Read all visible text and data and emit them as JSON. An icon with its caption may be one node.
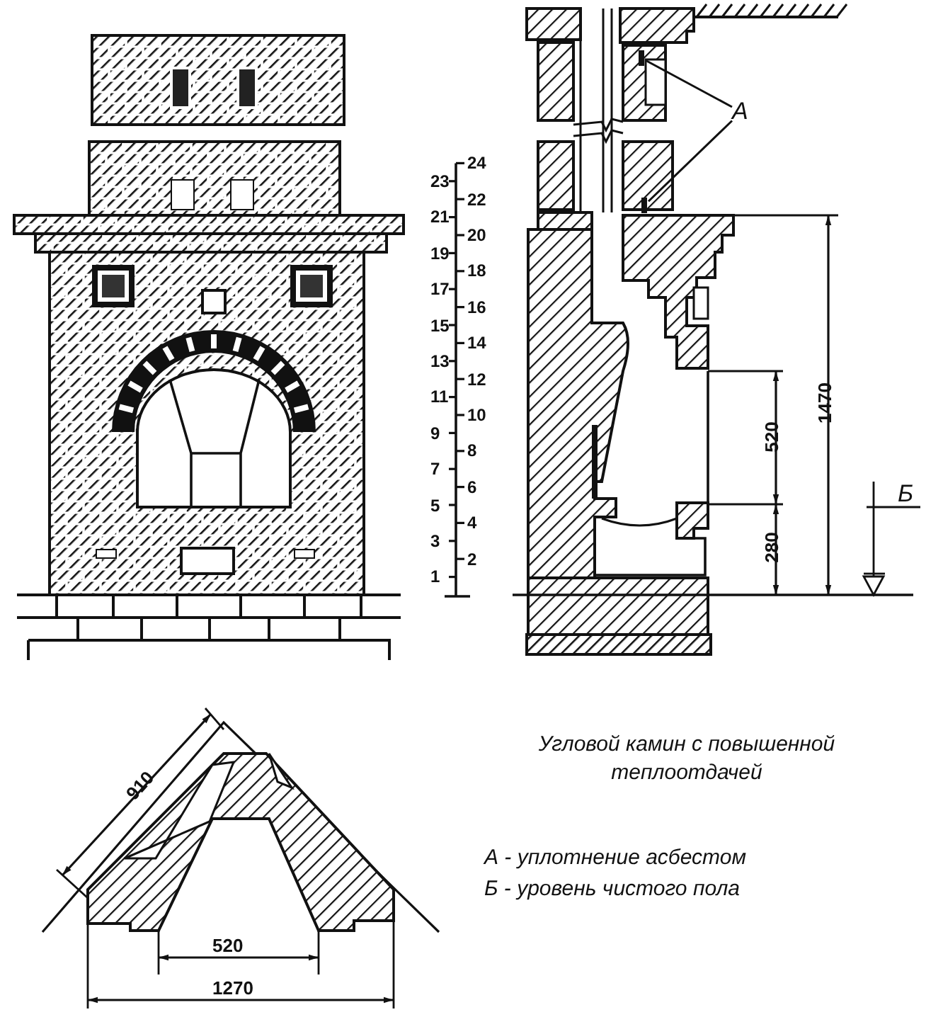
{
  "diagram": {
    "title": "Угловой камин с повышенной теплоотдачей",
    "nodes": [
      {
        "text": [
          "А"
        ]
      },
      {
        "text": [],
        "shape": "bar"
      },
      {
        "text": [],
        "shape": "bar"
      }
    ],
    "edges": [
      {
        "from": 0,
        "to": 1,
        "arrow": "none"
      },
      {
        "from": 0,
        "to": 2,
        "arrow": "none"
      }
    ],
    "labels": [
      "24",
      "23",
      "22",
      "21",
      "20",
      "19",
      "18",
      "17",
      "16",
      "15",
      "14",
      "13",
      "12",
      "11",
      "10",
      "9",
      "8",
      "7",
      "6",
      "5",
      "4",
      "3",
      "2",
      "1",
      "1470",
      "520",
      "280",
      "Б",
      "910",
      "520",
      "1270",
      "А - уплотнение асбестом",
      "Б - уровень чистого пола"
    ]
  }
}
